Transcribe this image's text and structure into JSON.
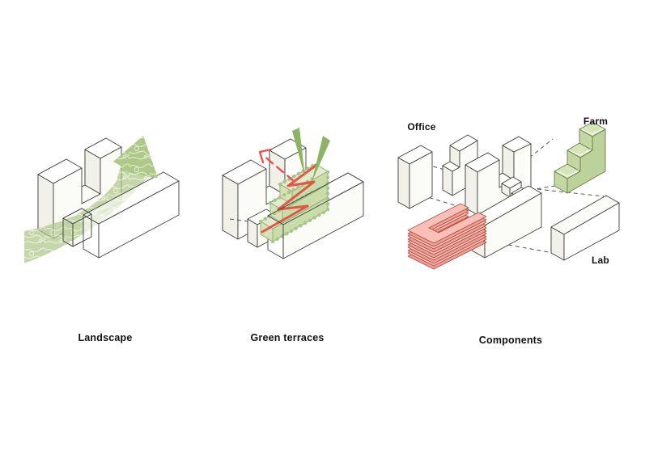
{
  "panels": {
    "landscape": {
      "caption": "Landscape"
    },
    "green_terraces": {
      "caption": "Green terraces"
    },
    "components": {
      "caption": "Components",
      "labels": {
        "office": "Office",
        "farm": "Farm",
        "lab": "Lab"
      }
    }
  },
  "colors": {
    "background": "#ffffff",
    "outline": "#3f3f3a",
    "topo_green": "#aec889",
    "topo_contour": "#dfe9ca",
    "terrace_top": "#e2ebcf",
    "terrace_front": "#c9dcaa",
    "vegetation_dot": "#a9c487",
    "sun_ray": "#8cb464",
    "accent_red": "#e2503f",
    "farm_tread": "#d6e4ba",
    "farm_side": "#bcd29a",
    "plate_pink": "#f8c0b6",
    "plate_edge": "#b0463c",
    "label_text": "#111111"
  }
}
